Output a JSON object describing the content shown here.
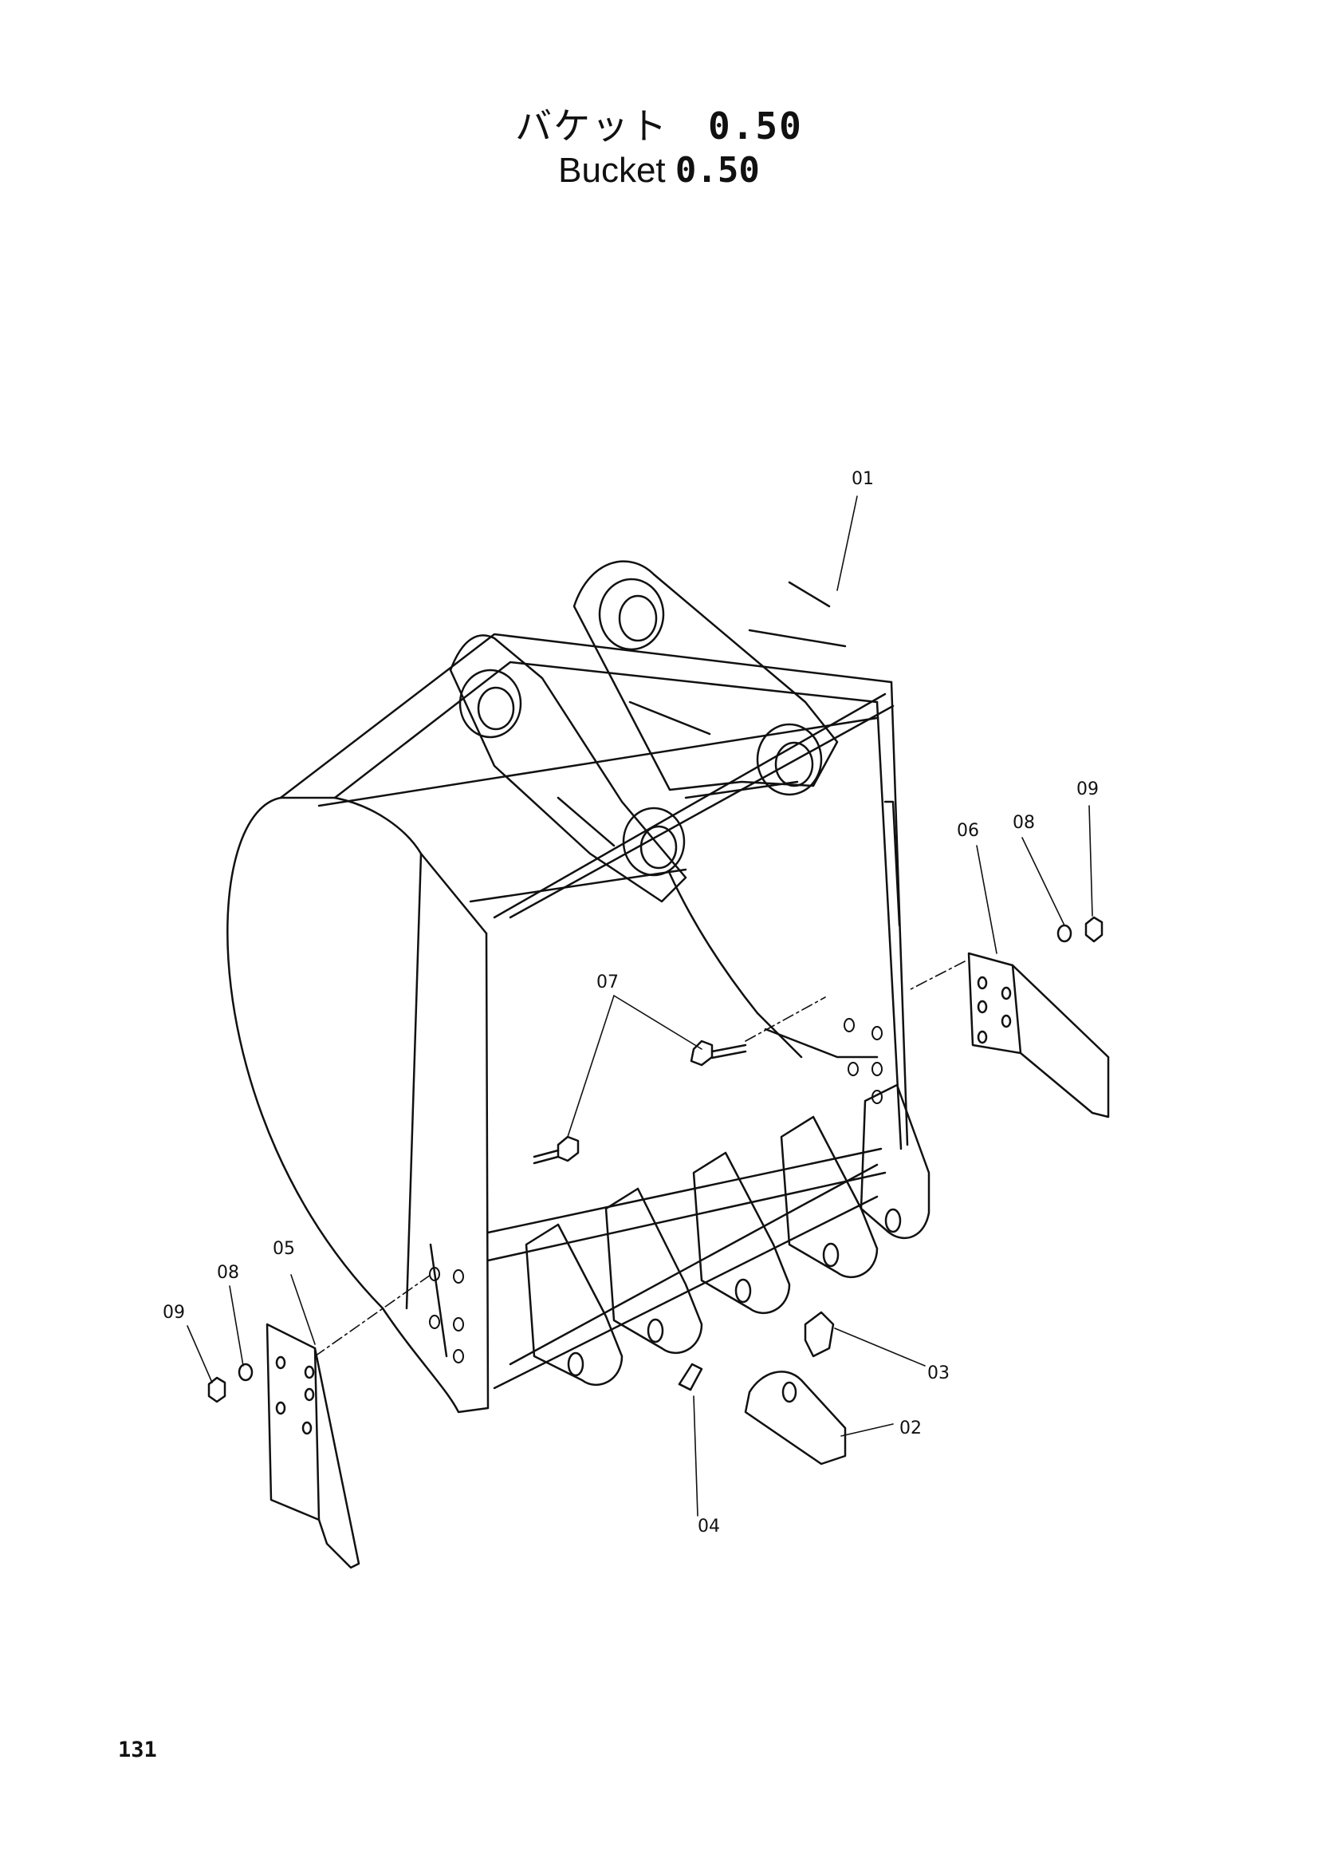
{
  "title": {
    "japanese_text": "バケット",
    "japanese_size": "0.50",
    "english_text": "Bucket",
    "english_size": "0.50"
  },
  "callouts": [
    {
      "id": "01"
    },
    {
      "id": "02"
    },
    {
      "id": "03"
    },
    {
      "id": "04"
    },
    {
      "id": "05"
    },
    {
      "id": "06"
    },
    {
      "id": "07"
    },
    {
      "id": "08"
    },
    {
      "id": "08"
    },
    {
      "id": "09"
    },
    {
      "id": "09"
    }
  ],
  "page_number": "131"
}
